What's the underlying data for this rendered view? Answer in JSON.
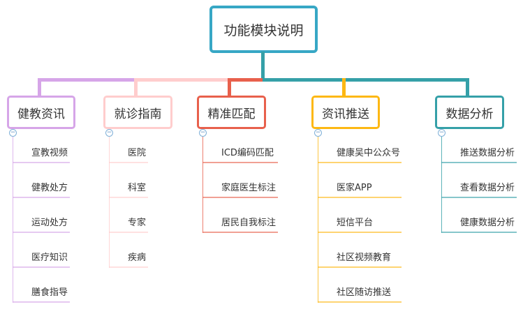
{
  "root": {
    "label": "功能模块说明",
    "color": "#37a7c5"
  },
  "branches": [
    {
      "label": "健教资讯",
      "color": "#d6a5e8",
      "children": [
        "宣教视频",
        "健教处方",
        "运动处方",
        "医疗知识",
        "膳食指导"
      ]
    },
    {
      "label": "就诊指南",
      "color": "#ffcdcd",
      "children": [
        "医院",
        "科室",
        "专家",
        "疾病"
      ]
    },
    {
      "label": "精准匹配",
      "color": "#e8604c",
      "children": [
        "ICD编码匹配",
        "家庭医生标注",
        "居民自我标注"
      ]
    },
    {
      "label": "资讯推送",
      "color": "#fdb813",
      "children": [
        "健康吴中公众号",
        "医家APP",
        "短信平台",
        "社区视频教育",
        "社区随访推送"
      ]
    },
    {
      "label": "数据分析",
      "color": "#35a0a8",
      "children": [
        "推送数据分析",
        "查看数据分析",
        "健康数据分析"
      ]
    }
  ]
}
